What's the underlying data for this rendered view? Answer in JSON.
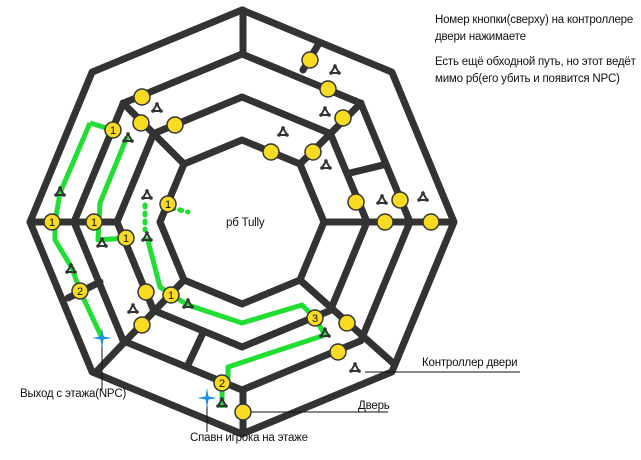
{
  "boss_label": "рб Tully",
  "notes": {
    "button_hint": "Номер кнопки(сверху) на контроллере двери нажимаете",
    "bypass_hint": "Есть ещё обходной путь, но этот ведёт мимо рб(его убить и появится NPC)"
  },
  "legend": {
    "exit": "Выход с этажа(NPC)",
    "spawn": "Спавн игрока на этаже",
    "door": "Дверь",
    "controller": "Контроллер двери"
  },
  "numbered_buttons": [
    "1",
    "1",
    "1",
    "1",
    "2",
    "1",
    "1",
    "2",
    "3"
  ],
  "colors": {
    "wall": "#333333",
    "door": "#f9dc22",
    "path": "#22dd33",
    "star": "#1f8fe0"
  }
}
